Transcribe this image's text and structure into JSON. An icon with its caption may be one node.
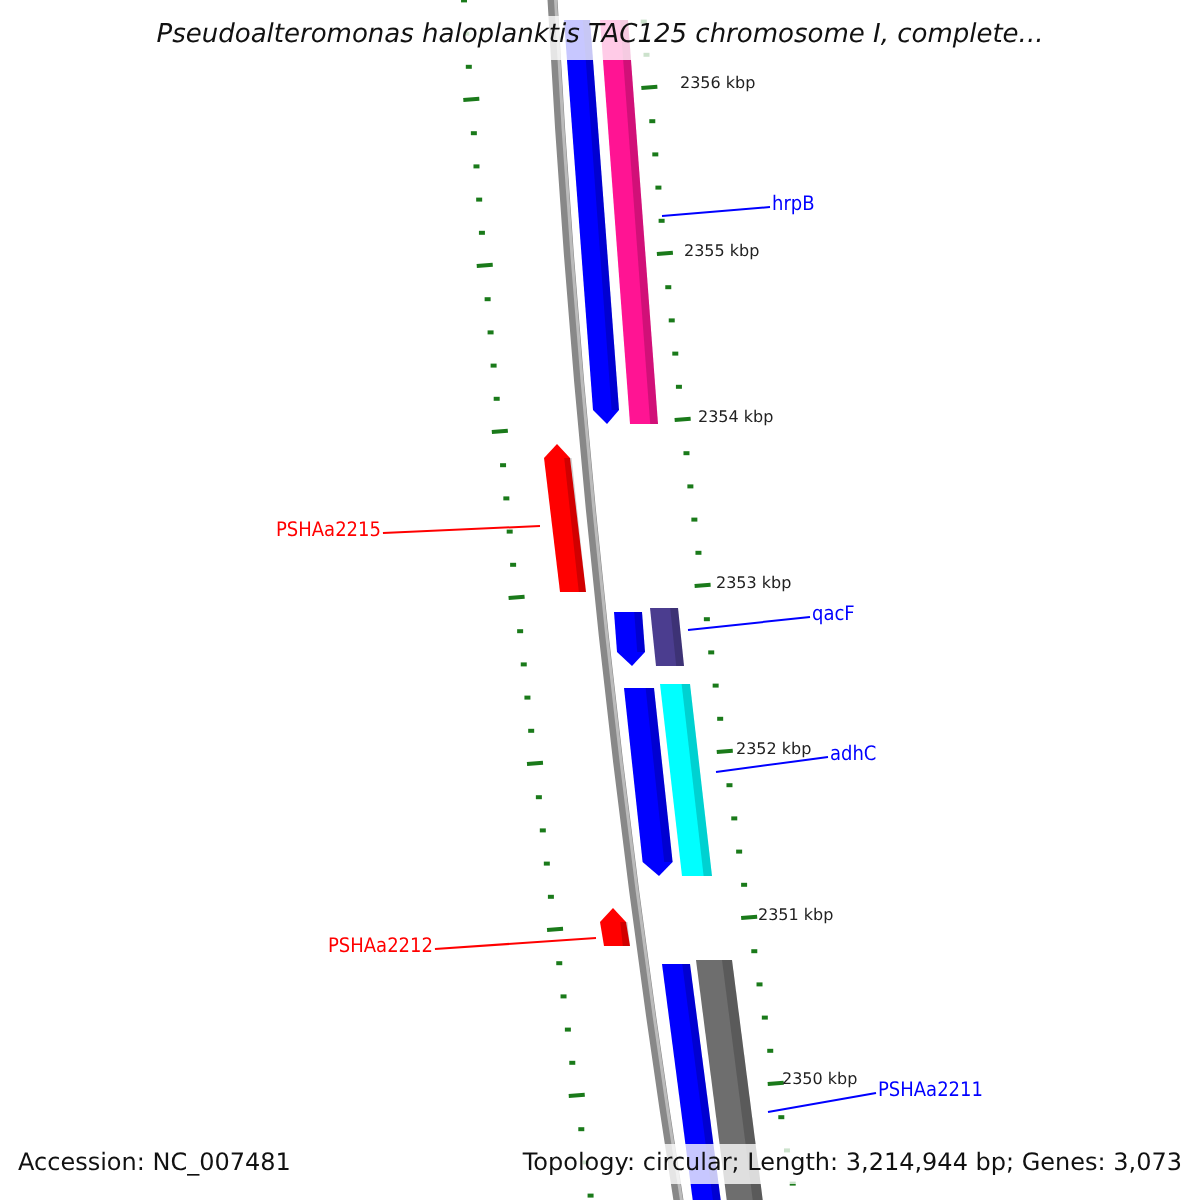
{
  "diagram": {
    "title": "Pseudoalteromonas haloplanktis TAC125 chromosome I, complete...",
    "nodes": [
      {
        "text": [
          "hrpB"
        ]
      },
      {
        "text": [],
        "shape": "bar"
      },
      {
        "text": [
          "PSHAa2215"
        ]
      },
      {
        "text": [],
        "shape": "bar"
      },
      {
        "text": [
          "qacF"
        ]
      },
      {
        "text": [],
        "shape": "bar"
      },
      {
        "text": [
          "adhC"
        ]
      },
      {
        "text": [],
        "shape": "bar"
      },
      {
        "text": [
          "PSHAa2212"
        ]
      },
      {
        "text": [],
        "shape": "bar"
      },
      {
        "text": [
          "PSHAa2211"
        ]
      },
      {
        "text": [],
        "shape": "bar"
      }
    ],
    "edges": [
      {
        "from": 0,
        "to": 1,
        "arrow": "none"
      },
      {
        "from": 2,
        "to": 3,
        "arrow": "none",
        "color": "#ff0000"
      },
      {
        "from": 4,
        "to": 5,
        "arrow": "none"
      },
      {
        "from": 6,
        "to": 7,
        "arrow": "none"
      },
      {
        "from": 8,
        "to": 9,
        "arrow": "none",
        "color": "#ff0000"
      },
      {
        "from": 10,
        "to": 11,
        "arrow": "none"
      }
    ],
    "labels": [
      "2356 kbp",
      "2355 kbp",
      "2354 kbp",
      "2353 kbp",
      "2352 kbp",
      "2351 kbp",
      "2350 kbp",
      "Accession: NC_007481",
      "Topology: circular; Length: 3,214,944 bp; Genes: 3,073"
    ]
  }
}
